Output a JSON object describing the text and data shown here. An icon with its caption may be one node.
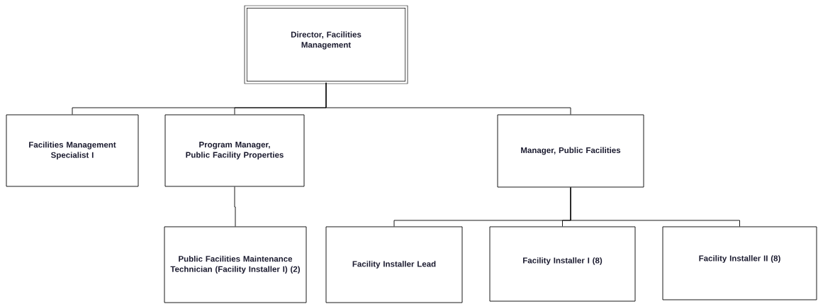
{
  "diagram": {
    "nodes": [
      {
        "text": [
          "Director, Facilities Management"
        ]
      },
      {
        "text": [
          "Facilities Management Specialist I"
        ]
      },
      {
        "text": [
          "Program Manager, Public Facility Properties"
        ]
      },
      {
        "text": [
          "Manager,  Public Facilities"
        ]
      },
      {
        "text": [
          "Public Facilities Maintenance Technician (Facility Installer I) (2)"
        ]
      },
      {
        "text": [
          "Facility Installer Lead"
        ]
      },
      {
        "text": [
          "Facility Installer I (8)"
        ]
      },
      {
        "text": [
          "Facility Installer II (8)"
        ]
      }
    ],
    "edges": [
      {
        "from": 0,
        "to": 1,
        "arrow": "none"
      },
      {
        "from": 0,
        "to": 2,
        "arrow": "none"
      },
      {
        "from": 0,
        "to": 3,
        "arrow": "none"
      },
      {
        "from": 2,
        "to": 4,
        "arrow": "none"
      },
      {
        "from": 3,
        "to": 5,
        "arrow": "none"
      },
      {
        "from": 3,
        "to": 6,
        "arrow": "none"
      },
      {
        "from": 3,
        "to": 7,
        "arrow": "none"
      }
    ]
  }
}
